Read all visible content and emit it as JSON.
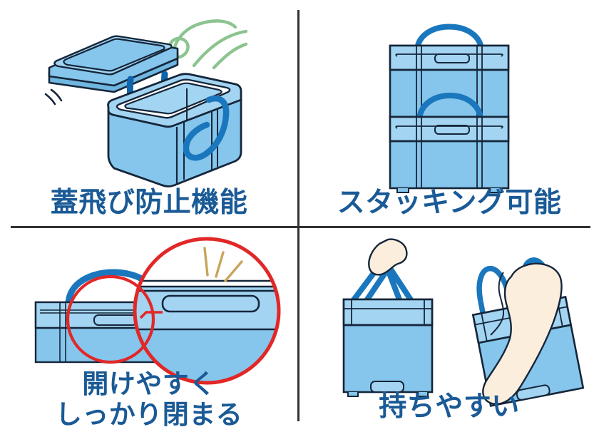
{
  "page": {
    "title": "",
    "background_color": "#ffffff",
    "layout": "2x2 feature grid",
    "divider_color": "#333131"
  },
  "colors": {
    "box_fill": "#86c6ec",
    "box_fill_light": "#a3d4f2",
    "box_fill_dark": "#6fb6e0",
    "outline": "#15263a",
    "handle_blue": "#1a77bd",
    "handle_blue_dark": "#0f65ab",
    "caption_blue": "#1a5a96",
    "wind_green": "#8bc48f",
    "zoom_red": "#e22727",
    "sparkle_tan": "#c9a45c",
    "skin": "#fbeedd"
  },
  "panels": [
    {
      "id": "lid-lock",
      "position": "top-left",
      "caption": "蓋飛び防止機能",
      "illustration": "open-box-with-detached-lid-and-wind-lines",
      "icons": [
        "wind-lines-icon",
        "motion-mark-icon",
        "lid-strap-icon"
      ]
    },
    {
      "id": "stacking",
      "position": "top-right",
      "caption": "スタッキング可能",
      "illustration": "two-boxes-stacked-front-view",
      "icons": [
        "stacked-box-icon",
        "carry-handle-icon"
      ]
    },
    {
      "id": "easy-open-close",
      "position": "bottom-left",
      "caption_line1": "開けやすく",
      "caption_line2": "しっかり閉まる",
      "illustration": "box-front-view-with-magnified-latch-detail",
      "icons": [
        "magnifier-circle-icon",
        "sparkle-lines-icon",
        "latch-icon"
      ]
    },
    {
      "id": "easy-carry",
      "position": "bottom-right",
      "caption": "持ちやすい",
      "illustration": "hand-carrying-box-and-arm-through-handle",
      "icons": [
        "hand-icon",
        "arm-icon",
        "carry-handle-icon"
      ]
    }
  ]
}
